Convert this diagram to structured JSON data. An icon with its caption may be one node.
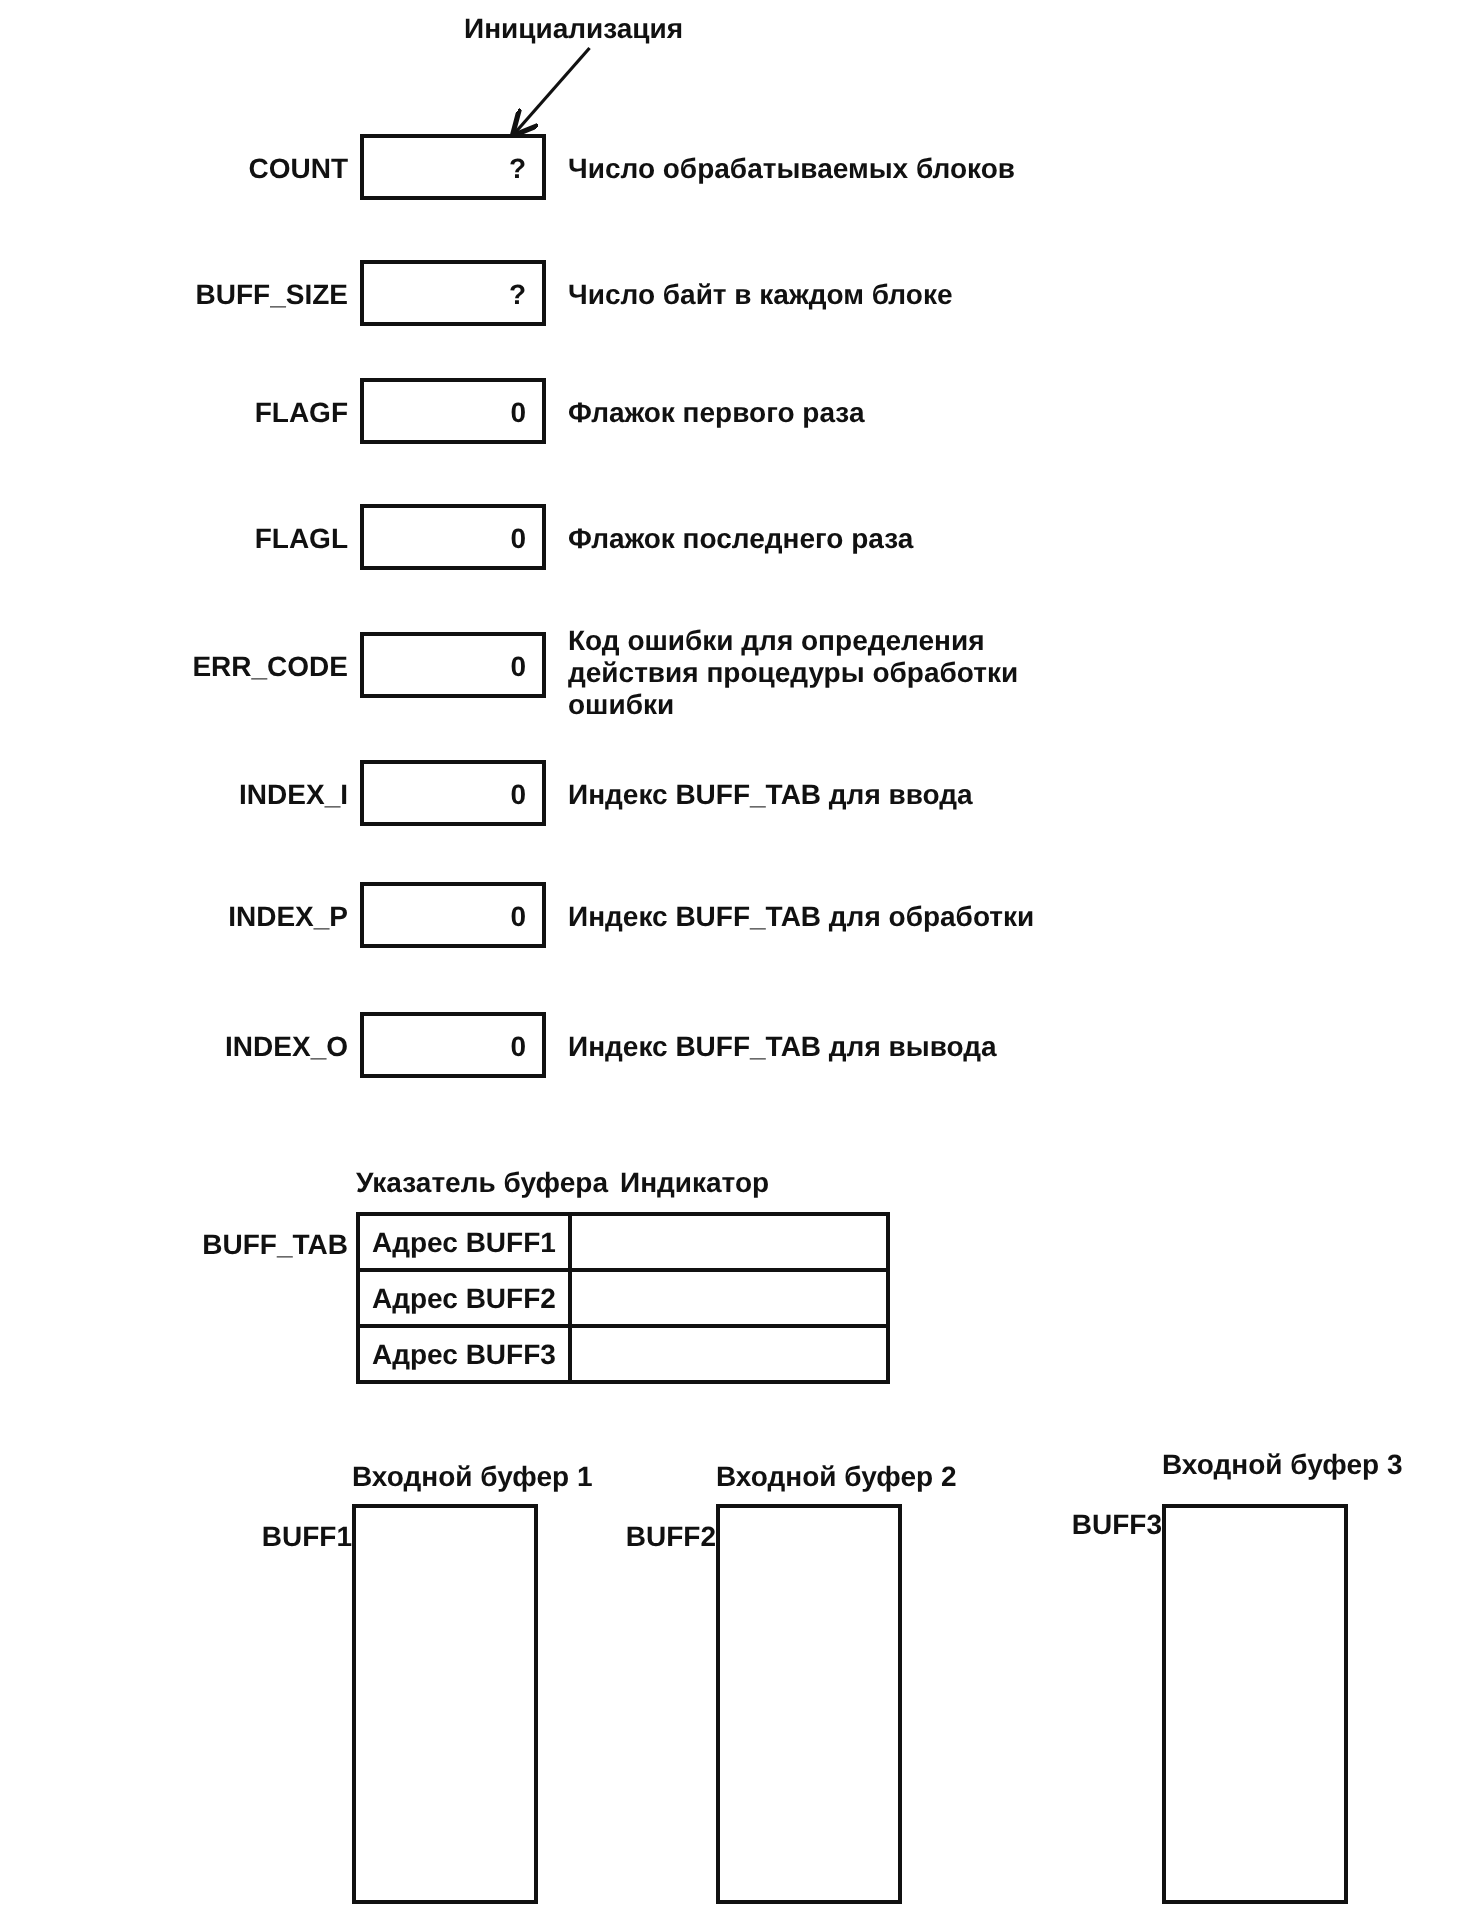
{
  "diagram": {
    "nodes": [
      {
        "text": [
          "Инициализация"
        ]
      },
      {
        "text": [
          "?"
        ],
        "beside": [
          "COUNT",
          "Число обрабатываемых блоков"
        ]
      },
      {
        "text": [
          "?"
        ],
        "beside": [
          "BUFF_SIZE",
          "Число байт в каждом блоке"
        ]
      },
      {
        "text": [
          "0"
        ],
        "beside": [
          "FLAGF",
          "Флажок первого раза"
        ]
      },
      {
        "text": [
          "0"
        ],
        "beside": [
          "FLAGL",
          "Флажок последнего раза"
        ]
      },
      {
        "text": [
          "0"
        ],
        "beside": [
          "ERR_CODE",
          "Код ошибки для определения действия процедуры обработки ошибки"
        ]
      },
      {
        "text": [
          "0"
        ],
        "beside": [
          "INDEX_I",
          "Индекс BUFF_TAB для ввода"
        ]
      },
      {
        "text": [
          "0"
        ],
        "beside": [
          "INDEX_P",
          "Индекс BUFF_TAB для обработки"
        ]
      },
      {
        "text": [
          "0"
        ],
        "beside": [
          "INDEX_O",
          "Индекс BUFF_TAB для вывода"
        ]
      },
      {
        "text": [
          "Входной буфер 1"
        ],
        "beside": [
          "BUFF1"
        ]
      },
      {
        "text": [
          "Входной буфер 2"
        ],
        "beside": [
          "BUFF2"
        ]
      },
      {
        "text": [
          "Входной буфер 3"
        ],
        "beside": [
          "BUFF3"
        ]
      }
    ],
    "edges": [
      {
        "from": 0,
        "to": 1,
        "arrow": "to"
      }
    ],
    "labels": [
      "Указатель буфера",
      "Индикатор",
      "BUFF_TAB",
      "Адрес BUFF1",
      "Адрес BUFF2",
      "Адрес BUFF3"
    ]
  }
}
